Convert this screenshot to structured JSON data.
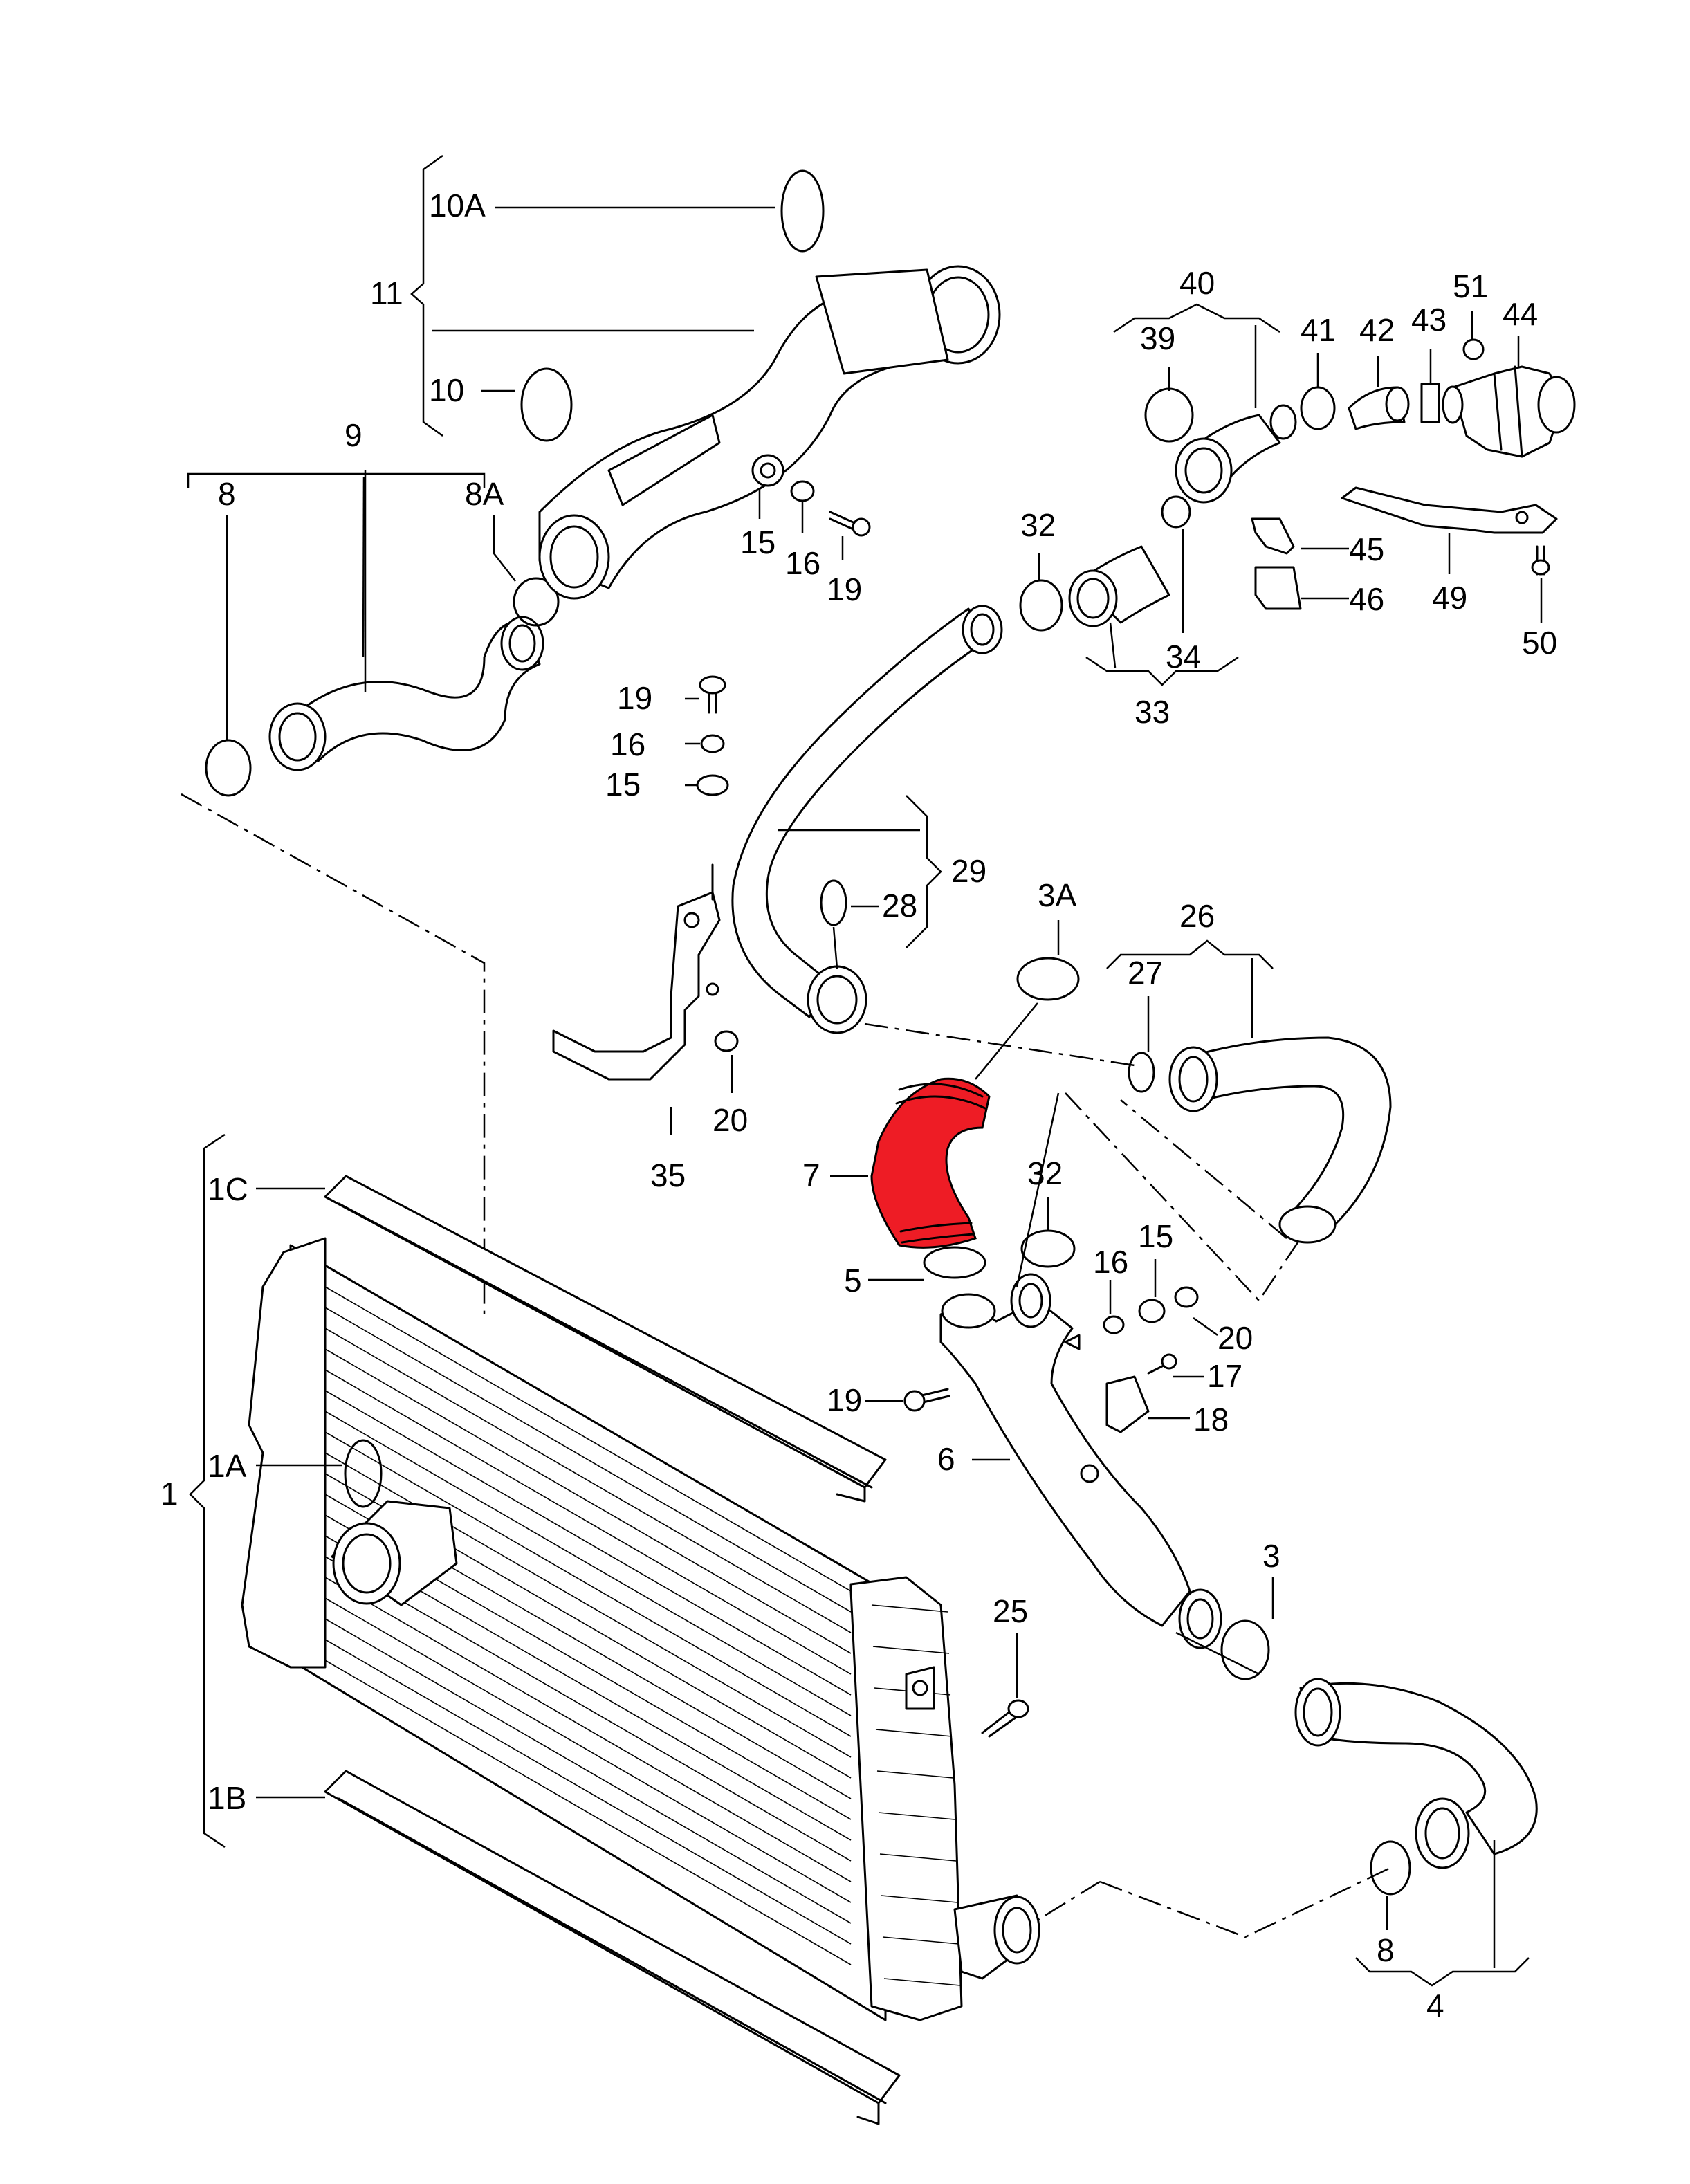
{
  "labels": {
    "l1": "1",
    "l1A": "1A",
    "l1B": "1B",
    "l1C": "1C",
    "l3": "3",
    "l3A": "3A",
    "l4": "4",
    "l5": "5",
    "l6": "6",
    "l7": "7",
    "l8a": "8",
    "l8b": "8",
    "l8A": "8A",
    "l9": "9",
    "l10": "10",
    "l10A": "10A",
    "l11": "11",
    "l15a": "15",
    "l15b": "15",
    "l15c": "15",
    "l16a": "16",
    "l16b": "16",
    "l16c": "16",
    "l17": "17",
    "l18": "18",
    "l19a": "19",
    "l19b": "19",
    "l19c": "19",
    "l20a": "20",
    "l20b": "20",
    "l25": "25",
    "l26": "26",
    "l27": "27",
    "l28": "28",
    "l29": "29",
    "l32a": "32",
    "l32b": "32",
    "l33": "33",
    "l34": "34",
    "l35": "35",
    "l39": "39",
    "l40": "40",
    "l41": "41",
    "l42": "42",
    "l43": "43",
    "l44": "44",
    "l45": "45",
    "l46": "46",
    "l49": "49",
    "l50": "50",
    "l51": "51"
  },
  "colors": {
    "highlight": "#ee1c25",
    "line": "#000000",
    "background": "#ffffff"
  }
}
